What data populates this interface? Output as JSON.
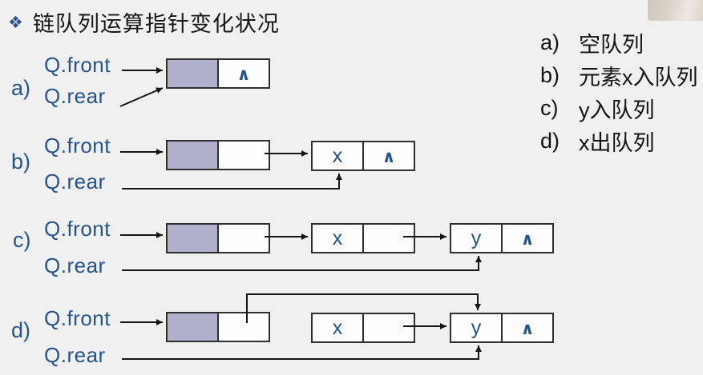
{
  "header": {
    "bullet": "❖",
    "title": "链队列运算指针变化状况"
  },
  "legend": {
    "items": [
      {
        "label": "a)",
        "text": "空队列"
      },
      {
        "label": "b)",
        "text": "元素x入队列"
      },
      {
        "label": "c)",
        "text": "y入队列"
      },
      {
        "label": "d)",
        "text": "x出队列"
      }
    ]
  },
  "diagram": {
    "front_label": "Q.front",
    "rear_label": "Q.rear",
    "rows": [
      {
        "label": "a)",
        "nodes": [
          {
            "cells": [
              "",
              "∧"
            ]
          }
        ]
      },
      {
        "label": "b)",
        "nodes": [
          {
            "cells": [
              "",
              ""
            ]
          },
          {
            "cells": [
              "x",
              "∧"
            ]
          }
        ]
      },
      {
        "label": "c)",
        "nodes": [
          {
            "cells": [
              "",
              ""
            ]
          },
          {
            "cells": [
              "x",
              ""
            ]
          },
          {
            "cells": [
              "y",
              "∧"
            ]
          }
        ]
      },
      {
        "label": "d)",
        "nodes": [
          {
            "cells": [
              "",
              ""
            ]
          },
          {
            "cells": [
              "x",
              ""
            ]
          },
          {
            "cells": [
              "y",
              "∧"
            ]
          }
        ]
      }
    ]
  },
  "colors": {
    "background": "#f1f0f0",
    "head_node_fill": "#b1b0cc",
    "pointer_text": "#24548e",
    "line": "#161616",
    "legend_text": "#141414"
  }
}
